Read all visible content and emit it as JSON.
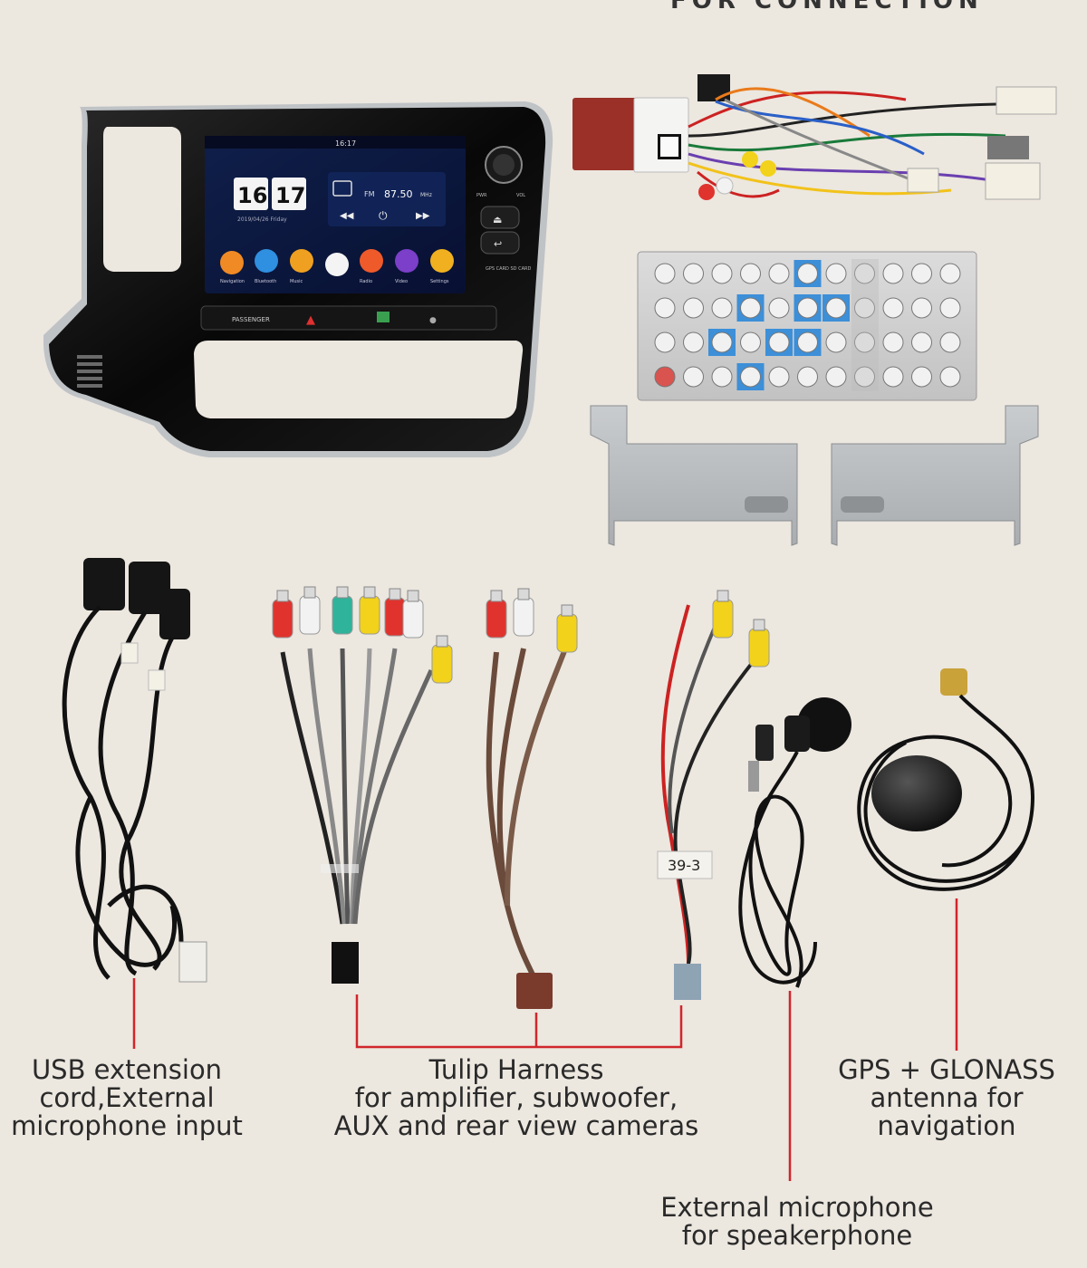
{
  "heading": "FOR CONNECTION",
  "head_unit": {
    "status_time": "16:17",
    "clock_hour": "16",
    "clock_minute": "17",
    "date_line": "2019/04/26  Friday",
    "radio_band": "FM",
    "radio_freq": "87.50",
    "radio_unit": "MHz",
    "apps": [
      "Navigation",
      "Bluetooth",
      "Music",
      "",
      "Radio",
      "Video",
      "Settings"
    ],
    "knob_labels": [
      "PWR",
      "VOL"
    ],
    "side_label": "GPS CARD SD CARD",
    "passenger_label": "PASSENGER"
  },
  "cable_tags": {
    "camera_tag": "39-3"
  },
  "captions": {
    "usb": [
      "USB extension",
      "cord,External",
      "microphone input"
    ],
    "tulip": [
      "Tulip Harness",
      "for amplifier, subwoofer,",
      "AUX and rear view cameras"
    ],
    "gps": [
      "GPS + GLONASS",
      "antenna for",
      "navigation"
    ],
    "mic": [
      "External microphone",
      "for speakerphone"
    ]
  },
  "colors": {
    "background": "#ece7df",
    "leader_line": "#d0262b",
    "rca_red": "#e0332e",
    "rca_white": "#f2f2f2",
    "rca_yellow": "#f2d21a",
    "rca_green": "#2fb39a",
    "remote_blue": "#3d8fd8"
  }
}
